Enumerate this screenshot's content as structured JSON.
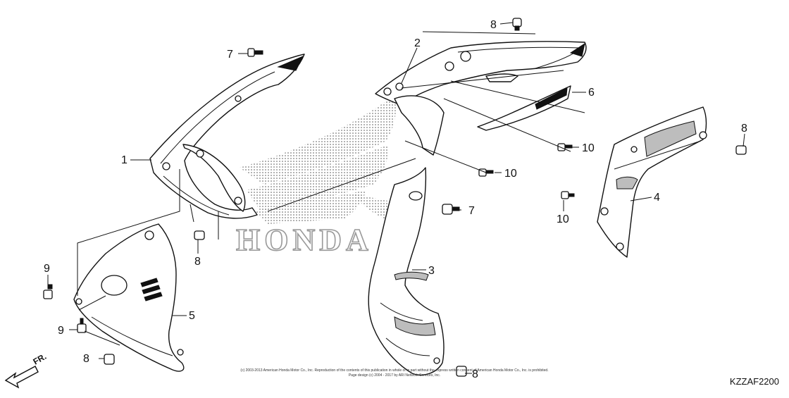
{
  "callouts": [
    {
      "id": "c1",
      "text": "1"
    },
    {
      "id": "c2",
      "text": "2"
    },
    {
      "id": "c3",
      "text": "3"
    },
    {
      "id": "c4",
      "text": "4"
    },
    {
      "id": "c5",
      "text": "5"
    },
    {
      "id": "c6",
      "text": "6"
    },
    {
      "id": "c7a",
      "text": "7"
    },
    {
      "id": "c7b",
      "text": "7"
    },
    {
      "id": "c8a",
      "text": "8"
    },
    {
      "id": "c8b",
      "text": "8"
    },
    {
      "id": "c8c",
      "text": "8"
    },
    {
      "id": "c8d",
      "text": "8"
    },
    {
      "id": "c8e",
      "text": "8"
    },
    {
      "id": "c9a",
      "text": "9"
    },
    {
      "id": "c9b",
      "text": "9"
    },
    {
      "id": "c10a",
      "text": "10"
    },
    {
      "id": "c10b",
      "text": "10"
    },
    {
      "id": "c10c",
      "text": "10"
    }
  ],
  "watermark": {
    "text": "HONDA"
  },
  "direction": {
    "text": "FR."
  },
  "copyright": {
    "line1": "(c) 2003-2013 American Honda Motor Co., Inc. Reproduction of the contents of this publication in whole or in part without the express written consent of American Honda Motor Co., Inc. is prohibited.",
    "line2": "Page design (c) 2004 - 2017 by ARI Network Services, Inc."
  },
  "diagram_code": {
    "text": "KZZAF2200"
  }
}
